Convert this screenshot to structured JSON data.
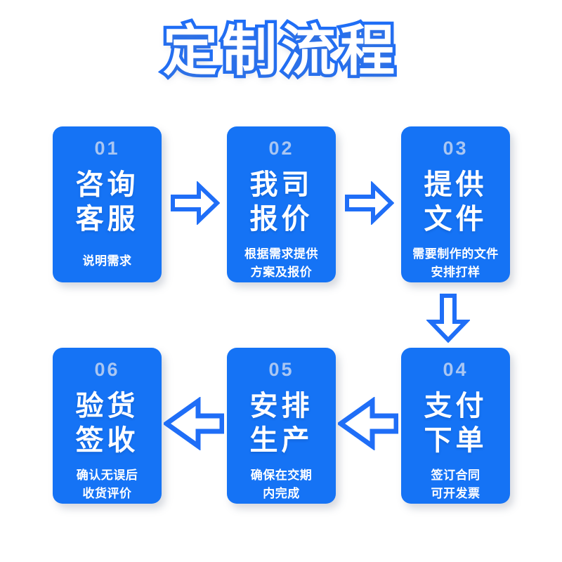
{
  "poster": {
    "title": "定制流程",
    "background_color": "#ffffff",
    "accent_color": "#1573f5",
    "card_color": "#1573f5",
    "number_color": "#a9c6f2",
    "arrow_color": "#1f6ef7",
    "title_fill_color": "#ffffff",
    "title_stroke_color": "#1f6ef7"
  },
  "steps": [
    {
      "number": "01",
      "title_lines": [
        "咨询",
        "客服"
      ],
      "desc_lines": [
        "说明需求"
      ]
    },
    {
      "number": "02",
      "title_lines": [
        "我司",
        "报价"
      ],
      "desc_lines": [
        "根据需求提供",
        "方案及报价"
      ]
    },
    {
      "number": "03",
      "title_lines": [
        "提供",
        "文件"
      ],
      "desc_lines": [
        "需要制作的文件",
        "安排打样"
      ]
    },
    {
      "number": "04",
      "title_lines": [
        "支付",
        "下单"
      ],
      "desc_lines": [
        "签订合同",
        "可开发票"
      ]
    },
    {
      "number": "05",
      "title_lines": [
        "安排",
        "生产"
      ],
      "desc_lines": [
        "确保在交期",
        "内完成"
      ]
    },
    {
      "number": "06",
      "title_lines": [
        "验货",
        "签收"
      ],
      "desc_lines": [
        "确认无误后",
        "收货评价"
      ]
    }
  ],
  "arrows": [
    {
      "name": "arrow-right-step1-to-step2",
      "direction": "right"
    },
    {
      "name": "arrow-right-step2-to-step3",
      "direction": "right"
    },
    {
      "name": "arrow-down-step3-to-step4",
      "direction": "down"
    },
    {
      "name": "arrow-left-step4-to-step5",
      "direction": "left"
    },
    {
      "name": "arrow-left-step5-to-step6",
      "direction": "left"
    }
  ]
}
